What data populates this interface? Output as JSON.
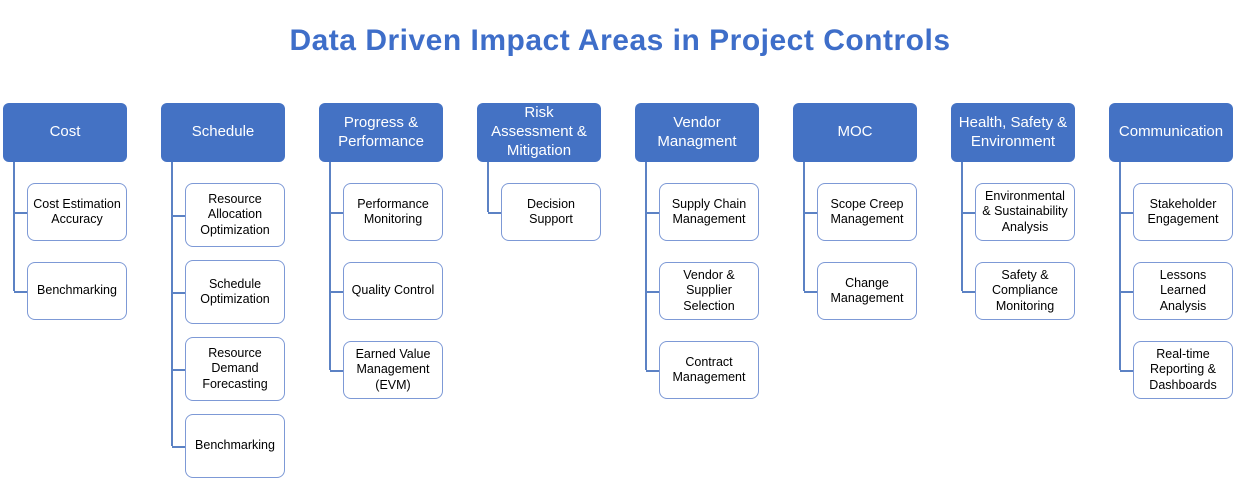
{
  "title": "Data Driven Impact Areas in Project Controls",
  "colors": {
    "title_color": "#3E6EC9",
    "header_fill": "#4472C4",
    "header_text": "#FFFFFF",
    "box_border": "#7D99D6",
    "connector": "#5C82C4",
    "box_text": "#000000",
    "background": "#FFFFFF"
  },
  "columns": [
    {
      "title": "Cost",
      "items": [
        "Cost Estimation Accuracy",
        "Benchmarking"
      ]
    },
    {
      "title": "Schedule",
      "items": [
        "Resource Allocation Optimization",
        "Schedule Optimization",
        "Resource Demand Forecasting",
        "Benchmarking"
      ]
    },
    {
      "title": "Progress & Performance",
      "items": [
        "Performance Monitoring",
        "Quality Control",
        "Earned Value Management (EVM)"
      ]
    },
    {
      "title": "Risk Assessment & Mitigation",
      "items": [
        "Decision Support"
      ]
    },
    {
      "title": "Vendor Managment",
      "items": [
        "Supply Chain Management",
        "Vendor & Supplier Selection",
        "Contract Management"
      ]
    },
    {
      "title": "MOC",
      "items": [
        "Scope Creep Management",
        "Change Management"
      ]
    },
    {
      "title": "Health, Safety & Environment",
      "items": [
        "Environmental & Sustainability Analysis",
        "Safety & Compliance Monitoring"
      ]
    },
    {
      "title": "Communication",
      "items": [
        "Stakeholder Engagement",
        "Lessons Learned Analysis",
        "Real-time Reporting & Dashboards"
      ]
    }
  ]
}
